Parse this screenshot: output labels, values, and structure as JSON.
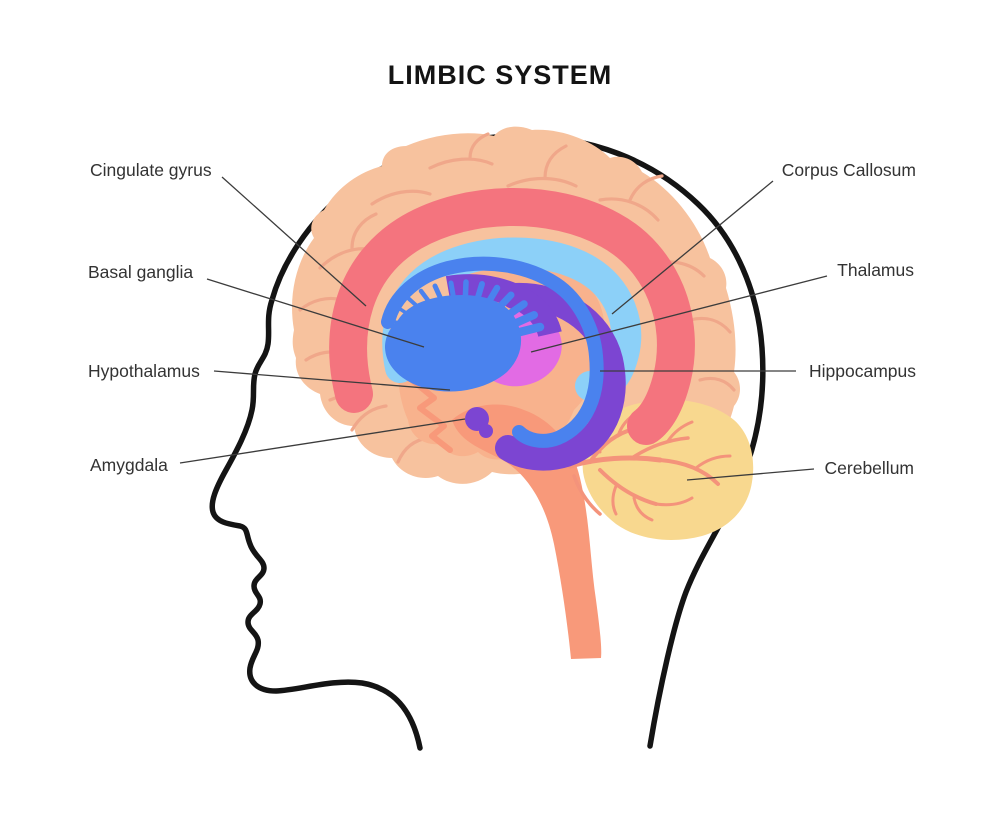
{
  "title": "LIMBIC SYSTEM",
  "labels": {
    "left": [
      {
        "text": "Cingulate gyrus",
        "region_color": "#F4747E"
      },
      {
        "text": "Basal ganglia",
        "region_color": "#4A82EE"
      },
      {
        "text": "Hypothalamus",
        "region_color": "#F8B28D"
      },
      {
        "text": "Amygdala",
        "region_color": "#7C45D2"
      }
    ],
    "right": [
      {
        "text": "Corpus Callosum",
        "region_color": "#8CD0F8"
      },
      {
        "text": "Thalamus",
        "region_color": "#E26BE4"
      },
      {
        "text": "Hippocampus",
        "region_color": "#7C45D2"
      },
      {
        "text": "Cerebellum",
        "region_color": "#F8D88F"
      }
    ]
  },
  "palette": {
    "background": "#FFFFFF",
    "head_outline": "#141414",
    "cortex": "#F7C29E",
    "cortex_gyri": "#F0A78A",
    "inner_brain": "#F8B28D",
    "brainstem": "#F8997A",
    "cingulate_ring": "#F4747E",
    "corpus_callosum": "#8CD0F8",
    "basal_ganglia": "#4A82EE",
    "fornix_hippocampus": "#7C45D2",
    "thalamus": "#E26BE4",
    "amygdala": "#7C45D2",
    "cerebellum": "#F8D88F",
    "cerebellum_branches": "#F4937B",
    "label_text": "#333333",
    "leader_line": "#3C3C3C"
  }
}
